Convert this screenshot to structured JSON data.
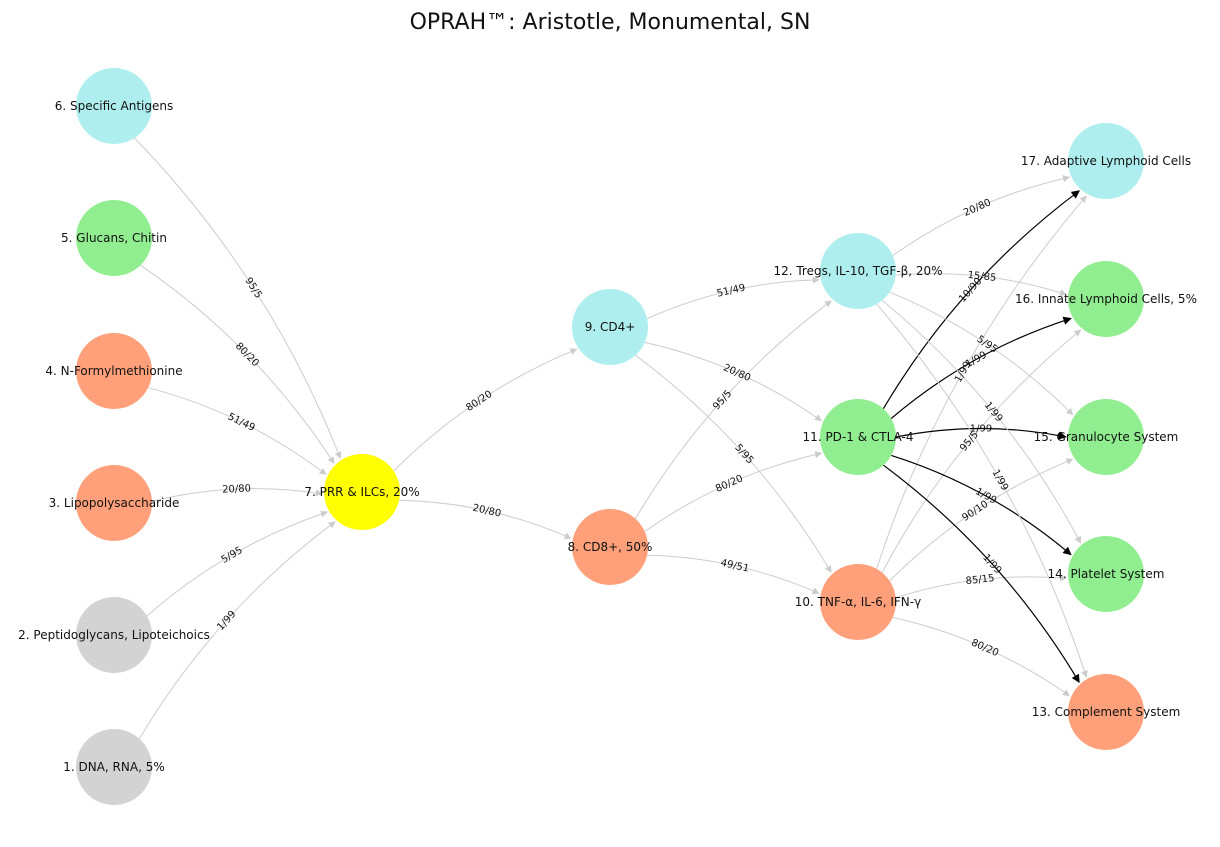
{
  "title": "OPRAH™: Aristotle, Monumental, SN",
  "colors": {
    "gray": "#d3d3d3",
    "green": "#90ee90",
    "salmon": "#ffa07a",
    "yellow": "#ffff00",
    "cyan": "#afeeee",
    "edge_default": "#cccccc",
    "edge_highlight": "#000000"
  },
  "nodes": [
    {
      "id": 1,
      "label": "1. DNA, RNA,  5%",
      "color": "gray"
    },
    {
      "id": 2,
      "label": "2. Peptidoglycans, Lipoteichoics",
      "color": "gray"
    },
    {
      "id": 3,
      "label": "3. Lipopolysaccharide",
      "color": "salmon"
    },
    {
      "id": 4,
      "label": "4. N-Formylmethionine",
      "color": "salmon"
    },
    {
      "id": 5,
      "label": "5. Glucans, Chitin",
      "color": "green"
    },
    {
      "id": 6,
      "label": "6. Specific Antigens",
      "color": "cyan"
    },
    {
      "id": 7,
      "label": "7. PRR & ILCs, 20%",
      "color": "yellow"
    },
    {
      "id": 8,
      "label": "8. CD8+, 50%",
      "color": "salmon"
    },
    {
      "id": 9,
      "label": "9. CD4+",
      "color": "cyan"
    },
    {
      "id": 10,
      "label": "10. TNF-α, IL-6, IFN-γ",
      "color": "salmon"
    },
    {
      "id": 11,
      "label": "11. PD-1 & CTLA-4",
      "color": "green"
    },
    {
      "id": 12,
      "label": "12. Tregs, IL-10, TGF-β, 20%",
      "color": "cyan"
    },
    {
      "id": 13,
      "label": "13. Complement System",
      "color": "salmon"
    },
    {
      "id": 14,
      "label": "14. Platelet System",
      "color": "green"
    },
    {
      "id": 15,
      "label": "15. Granulocyte System",
      "color": "green"
    },
    {
      "id": 16,
      "label": "16. Innate Lymphoid Cells, 5%",
      "color": "green"
    },
    {
      "id": 17,
      "label": "17. Adaptive Lymphoid Cells",
      "color": "cyan"
    }
  ],
  "edges": [
    {
      "from": 1,
      "to": 7,
      "label": "1/99",
      "highlight": false
    },
    {
      "from": 2,
      "to": 7,
      "label": "5/95",
      "highlight": false
    },
    {
      "from": 3,
      "to": 7,
      "label": "20/80",
      "highlight": false
    },
    {
      "from": 4,
      "to": 7,
      "label": "51/49",
      "highlight": false
    },
    {
      "from": 5,
      "to": 7,
      "label": "80/20",
      "highlight": false
    },
    {
      "from": 6,
      "to": 7,
      "label": "95/5",
      "highlight": false
    },
    {
      "from": 7,
      "to": 8,
      "label": "20/80",
      "highlight": false
    },
    {
      "from": 7,
      "to": 9,
      "label": "80/20",
      "highlight": false
    },
    {
      "from": 8,
      "to": 10,
      "label": "49/51",
      "highlight": false
    },
    {
      "from": 8,
      "to": 11,
      "label": "80/20",
      "highlight": false
    },
    {
      "from": 8,
      "to": 12,
      "label": "95/5",
      "highlight": false
    },
    {
      "from": 9,
      "to": 10,
      "label": "5/95",
      "highlight": false
    },
    {
      "from": 9,
      "to": 11,
      "label": "20/80",
      "highlight": false
    },
    {
      "from": 9,
      "to": 12,
      "label": "51/49",
      "highlight": false
    },
    {
      "from": 10,
      "to": 13,
      "label": "80/20",
      "highlight": false
    },
    {
      "from": 10,
      "to": 14,
      "label": "85/15",
      "highlight": false
    },
    {
      "from": 10,
      "to": 15,
      "label": "90/10",
      "highlight": false
    },
    {
      "from": 10,
      "to": 16,
      "label": "95/5",
      "highlight": false
    },
    {
      "from": 10,
      "to": 17,
      "label": "1/99",
      "highlight": false
    },
    {
      "from": 11,
      "to": 13,
      "label": "1/99",
      "highlight": true
    },
    {
      "from": 11,
      "to": 14,
      "label": "1/99",
      "highlight": true
    },
    {
      "from": 11,
      "to": 15,
      "label": "1/99",
      "highlight": true
    },
    {
      "from": 11,
      "to": 16,
      "label": "1/99",
      "highlight": true
    },
    {
      "from": 11,
      "to": 17,
      "label": "10/90",
      "highlight": true
    },
    {
      "from": 12,
      "to": 13,
      "label": "1/99",
      "highlight": false
    },
    {
      "from": 12,
      "to": 14,
      "label": "1/99",
      "highlight": false
    },
    {
      "from": 12,
      "to": 15,
      "label": "5/95",
      "highlight": false
    },
    {
      "from": 12,
      "to": 16,
      "label": "15/85",
      "highlight": false
    },
    {
      "from": 12,
      "to": 17,
      "label": "20/80",
      "highlight": false
    }
  ]
}
